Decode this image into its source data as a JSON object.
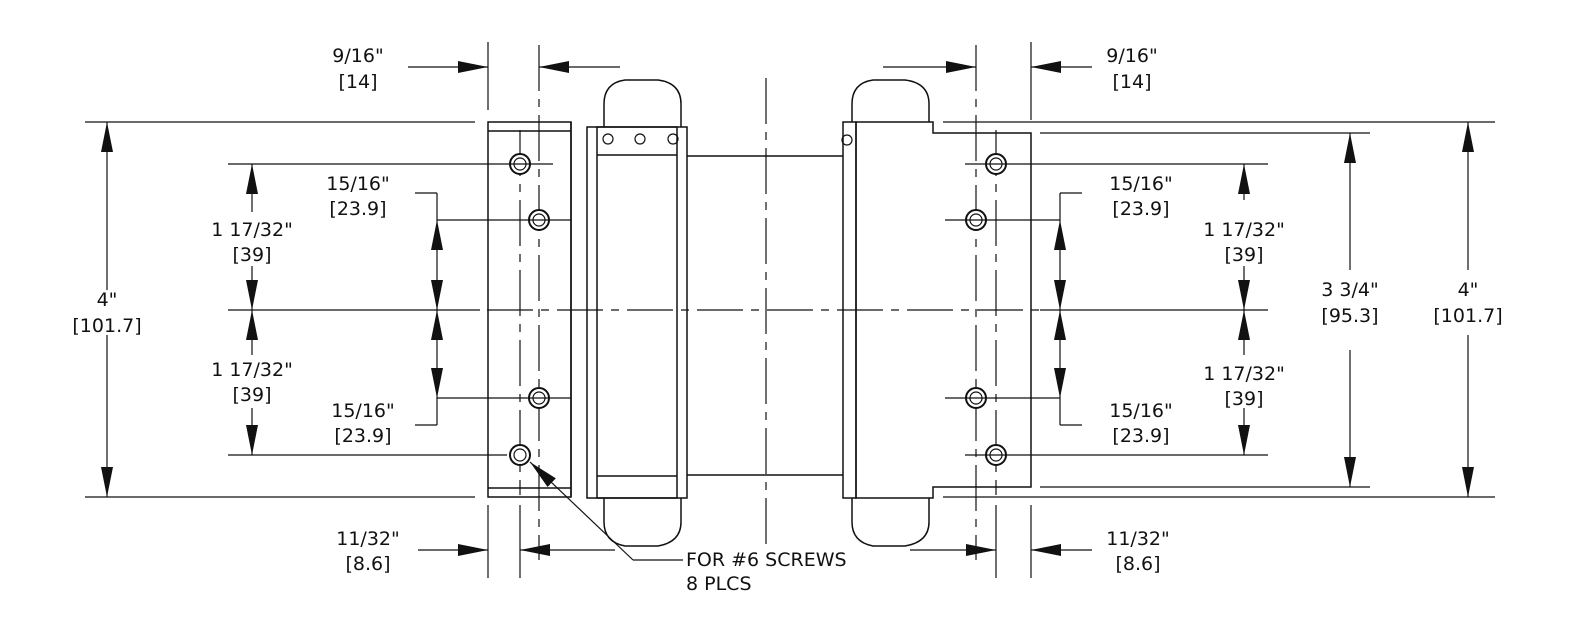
{
  "dimensions": {
    "top_left_width": {
      "imperial": "9/16\"",
      "metric": "[14]"
    },
    "top_right_width": {
      "imperial": "9/16\"",
      "metric": "[14]"
    },
    "left_overall_height": {
      "imperial": "4\"",
      "metric": "[101.7]"
    },
    "left_upper_spacing": {
      "imperial": "1 17/32\"",
      "metric": "[39]"
    },
    "left_lower_spacing": {
      "imperial": "1 17/32\"",
      "metric": "[39]"
    },
    "left_upper_offset": {
      "imperial": "15/16\"",
      "metric": "[23.9]"
    },
    "left_lower_offset": {
      "imperial": "15/16\"",
      "metric": "[23.9]"
    },
    "right_upper_offset": {
      "imperial": "15/16\"",
      "metric": "[23.9]"
    },
    "right_lower_offset": {
      "imperial": "15/16\"",
      "metric": "[23.9]"
    },
    "right_upper_spacing": {
      "imperial": "1 17/32\"",
      "metric": "[39]"
    },
    "right_lower_spacing": {
      "imperial": "1 17/32\"",
      "metric": "[39]"
    },
    "right_leaf_height": {
      "imperial": "3 3/4\"",
      "metric": "[95.3]"
    },
    "right_overall_height": {
      "imperial": "4\"",
      "metric": "[101.7]"
    },
    "bottom_left_edge": {
      "imperial": "11/32\"",
      "metric": "[8.6]"
    },
    "bottom_right_edge": {
      "imperial": "11/32\"",
      "metric": "[8.6]"
    }
  },
  "notes": {
    "screw_callout_line1": "FOR #6 SCREWS",
    "screw_callout_line2": "8 PLCS"
  }
}
